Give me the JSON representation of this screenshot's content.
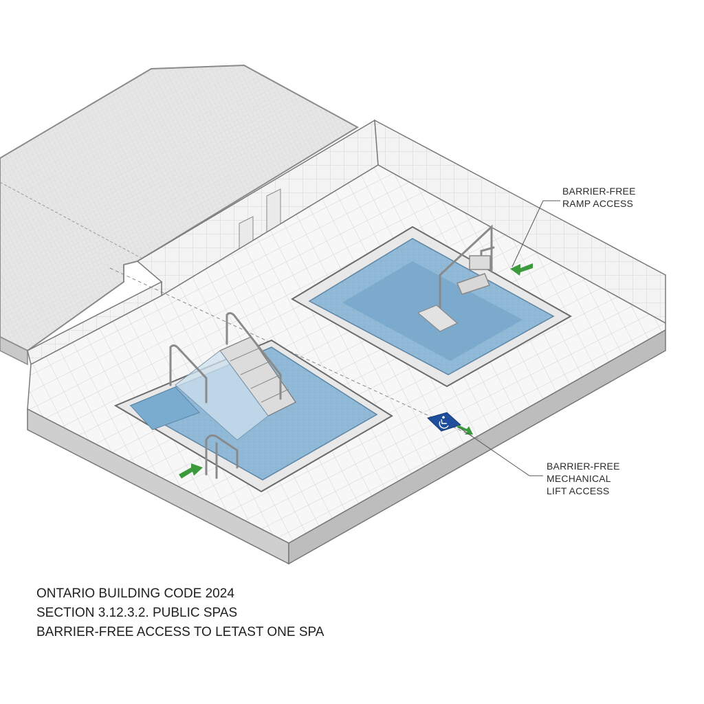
{
  "callouts": {
    "ramp": [
      "BARRIER-FREE",
      "RAMP ACCESS"
    ],
    "lift": [
      "BARRIER-FREE",
      "MECHANICAL",
      "LIFT ACCESS"
    ]
  },
  "caption": {
    "line1": "ONTARIO BUILDING CODE 2024",
    "line2": "SECTION 3.12.3.2. PUBLIC SPAS",
    "line3": "BARRIER-FREE ACCESS TO LETAST ONE SPA"
  },
  "icons": {
    "accessibility_sign": "wheelchair-symbol",
    "entry_arrow": "green-arrow"
  },
  "colors": {
    "water": "#8fb9d6",
    "water_deep": "#6e9fc4",
    "arrow": "#3b9a3b",
    "accessibility_sign": "#1f4e9c",
    "line": "#555555"
  }
}
